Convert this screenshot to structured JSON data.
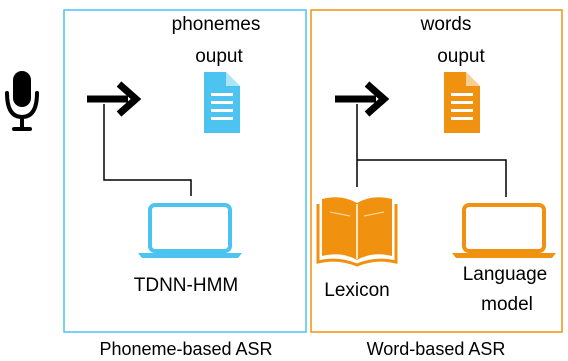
{
  "colors": {
    "phoneme_accent": "#4CC3F0",
    "word_accent": "#F0920F",
    "ink": "#000000"
  },
  "input": {
    "icon": "microphone-icon"
  },
  "phoneme_panel": {
    "output_line1": "phonemes",
    "output_line2": "ouput",
    "output_icon": "document-icon",
    "flow_icon": "arrow-right-icon",
    "model_icon": "laptop-icon",
    "model_label": "TDNN-HMM",
    "caption": "Phoneme-based ASR"
  },
  "word_panel": {
    "output_line1": "words",
    "output_line2": "ouput",
    "output_icon": "document-icon",
    "flow_icon": "arrow-right-icon",
    "lexicon_icon": "book-icon",
    "lexicon_label": "Lexicon",
    "lm_icon": "laptop-icon",
    "lm_line1": "Language",
    "lm_line2": "model",
    "caption": "Word-based ASR"
  }
}
